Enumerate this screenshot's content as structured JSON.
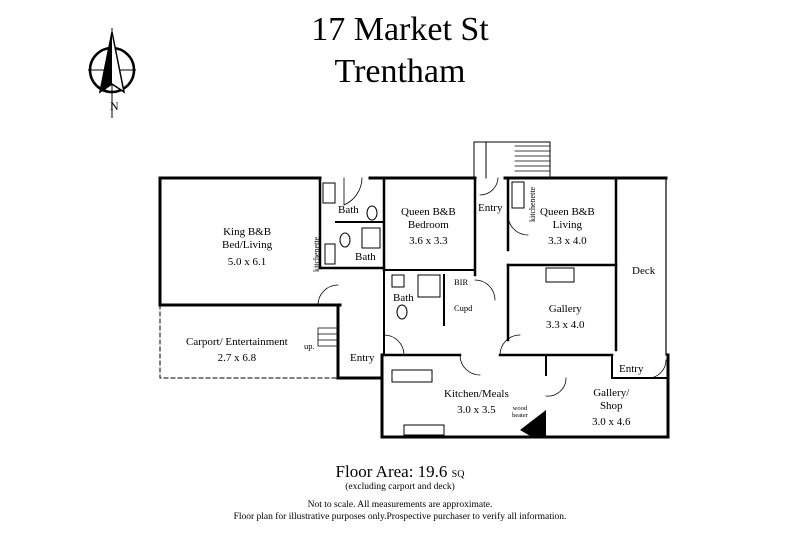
{
  "header": {
    "line1": "17 Market St",
    "line2": "Trentham"
  },
  "compass": {
    "letter": "N"
  },
  "rooms": {
    "king": {
      "name1": "King B&B",
      "name2": "Bed/Living",
      "size": "5.0 x 6.1"
    },
    "kitchenette_left": "kitchenette",
    "bath_top": "Bath",
    "bath_mid": "Bath",
    "bath_lower": "Bath",
    "queen_bed": {
      "name1": "Queen B&B",
      "name2": "Bedroom",
      "size": "3.6 x 3.3"
    },
    "entry_top": "Entry",
    "kitchenette_right": "kitchenette",
    "queen_living": {
      "name1": "Queen B&B",
      "name2": "Living",
      "size": "3.3 x 4.0"
    },
    "deck": "Deck",
    "bir": "BIR",
    "cupd": "Cupd",
    "gallery": {
      "name": "Gallery",
      "size": "3.3 x 4.0"
    },
    "carport": {
      "name": "Carport/ Entertainment",
      "size": "2.7 x 6.8",
      "up": "up."
    },
    "entry_left": "Entry",
    "entry_right": "Entry",
    "kitchen": {
      "name": "Kitchen/Meals",
      "size": "3.0 x 3.5"
    },
    "wood_heater": {
      "line1": "wood",
      "line2": "heater"
    },
    "gallery_shop": {
      "name1": "Gallery/",
      "name2": "Shop",
      "size": "3.0 x 4.6"
    }
  },
  "footer": {
    "area_label": "Floor Area: 19.6",
    "area_unit": "SQ",
    "excluding": "(excluding carport and deck)",
    "note1": "Not to scale. All measurements are approximate.",
    "note2": "Floor plan for illustrative purposes only.Prospective purchaser to verify all information."
  }
}
